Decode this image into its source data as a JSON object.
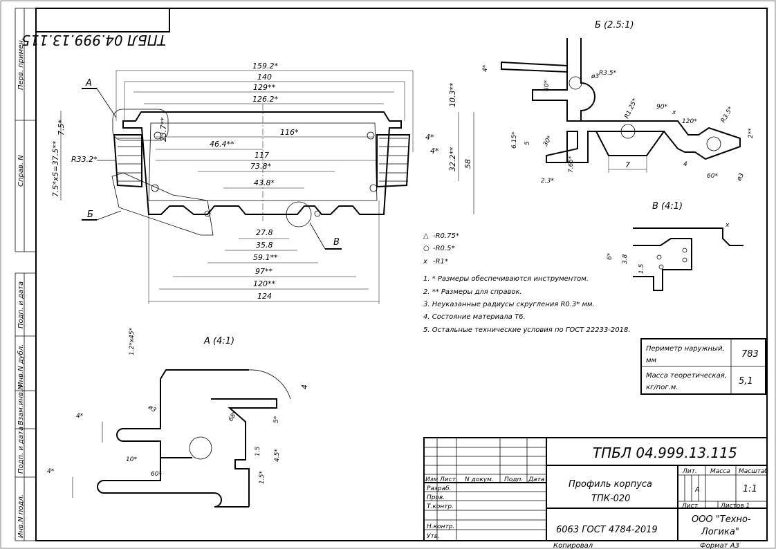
{
  "drawing_number": "ТПБЛ 04.999.13.115",
  "drawing_number_mirrored": "ТПБЛ 04.999.13.115",
  "title": "Профиль корпуса ТПК-020",
  "title_line1": "Профиль корпуса",
  "title_line2": "ТПК-020",
  "material": "6063 ГОСТ 4784-2019",
  "company_line1": "ООО \"Техно-",
  "company_line2": "Логика\"",
  "copied": "Копировал",
  "format": "Формат A3",
  "scale": "1:1",
  "letter": "А",
  "sheet_label": "Лист",
  "sheets_label": "Листов 1",
  "title_block_headers": {
    "lit": "Лит.",
    "mass": "Масса",
    "scale": "Масштаб"
  },
  "revision_headers": [
    "Изм",
    "Лист",
    "N докум.",
    "Подп.",
    "Дата"
  ],
  "roles": [
    "Разраб.",
    "Пров.",
    "Т.контр.",
    "",
    "Н.контр.",
    "Утв."
  ],
  "side_labels": [
    "Перв. примен.",
    "Справ. N",
    "Подп. и дата",
    "Инв.N дубл.",
    "Взам.инв.N",
    "Подп. и дата",
    "Инв.N подл."
  ],
  "views": {
    "b": "Б (2.5:1)",
    "v": "В (4:1)",
    "a": "А (4:1)"
  },
  "section_labels": {
    "a": "А",
    "b": "Б",
    "v": "В"
  },
  "main_dims": {
    "d159": "159.2*",
    "d140": "140",
    "d129": "129**",
    "d126": "126.2*",
    "d116": "116*",
    "d46": "46.4**",
    "d117": "117",
    "d73": "73.8*",
    "d43": "43.8*",
    "d27": "27.8",
    "d35": "35.8",
    "d59": "59.1**",
    "d97": "97**",
    "d120": "120**",
    "d124": "124",
    "d10": "10.3**",
    "d32": "32.2**",
    "d58": "58",
    "d23": "23.7**",
    "d7": "7.5*",
    "r33": "R33.2*",
    "dleft": "7.5*x5=37.5**",
    "d4a": "4*",
    "d4b": "4*"
  },
  "legend": [
    {
      "sym": "△",
      "text": "-R0.75*"
    },
    {
      "sym": "○",
      "text": "-R0.5*"
    },
    {
      "sym": "x",
      "text": "-R1*"
    }
  ],
  "notes": [
    "1. * Размеры обеспечиваются инструментом.",
    "2. ** Размеры для справок.",
    "3. Неуказанные радиусы скругления R0.3* мм.",
    "4. Состояние материала Т6.",
    "5. Остальные технические условия по ГОСТ 22233-2018."
  ],
  "props": [
    {
      "label": "Периметр наружный, мм",
      "value": "783"
    },
    {
      "label": "Масса теоретическая, кг/пог.м.",
      "value": "5,1"
    }
  ],
  "props_labels": {
    "p1a": "Периметр наружный,",
    "p1b": "мм",
    "p2a": "Масса теоретическая,",
    "p2b": "кг/пог.м."
  },
  "view_b_dims": {
    "d4": "4*",
    "d60": "60*",
    "d3": "ø3",
    "r35": "R3.5*",
    "r125": "R1.25*",
    "a90": "90*",
    "a120": "120*",
    "r35b": "R3.5*",
    "d2": "2**",
    "d615": "6.15*",
    "d5": "5",
    "a30": "30*",
    "d7": "7",
    "d765": "7.65*",
    "d23": "2.3*",
    "d4v": "4",
    "a60": "60*",
    "d3b": "ø3",
    "x": "x"
  },
  "view_v_dims": {
    "d6": "6*",
    "d38": "3.8",
    "d15": "1.5",
    "x": "x"
  },
  "view_a_dims": {
    "d12": "1.2*x45*",
    "d4": "4",
    "d5": "5*",
    "d45": "4.5*",
    "d15": "1.5",
    "d15b": "1.5*",
    "d3": "ø3",
    "a68": "68*",
    "a60": "60*",
    "d10": "10*",
    "d4a": "4*",
    "d4b": "4*"
  }
}
